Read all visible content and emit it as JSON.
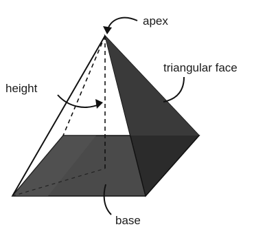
{
  "labels": {
    "apex": "apex",
    "triangular_face": "triangular face",
    "height": "height",
    "base": "base"
  },
  "colors": {
    "face_dark": "#3a3a3a",
    "face_darker": "#2b2b2b",
    "base_fill": "#4a4a4a",
    "edge": "#111111",
    "background": "#ffffff"
  }
}
